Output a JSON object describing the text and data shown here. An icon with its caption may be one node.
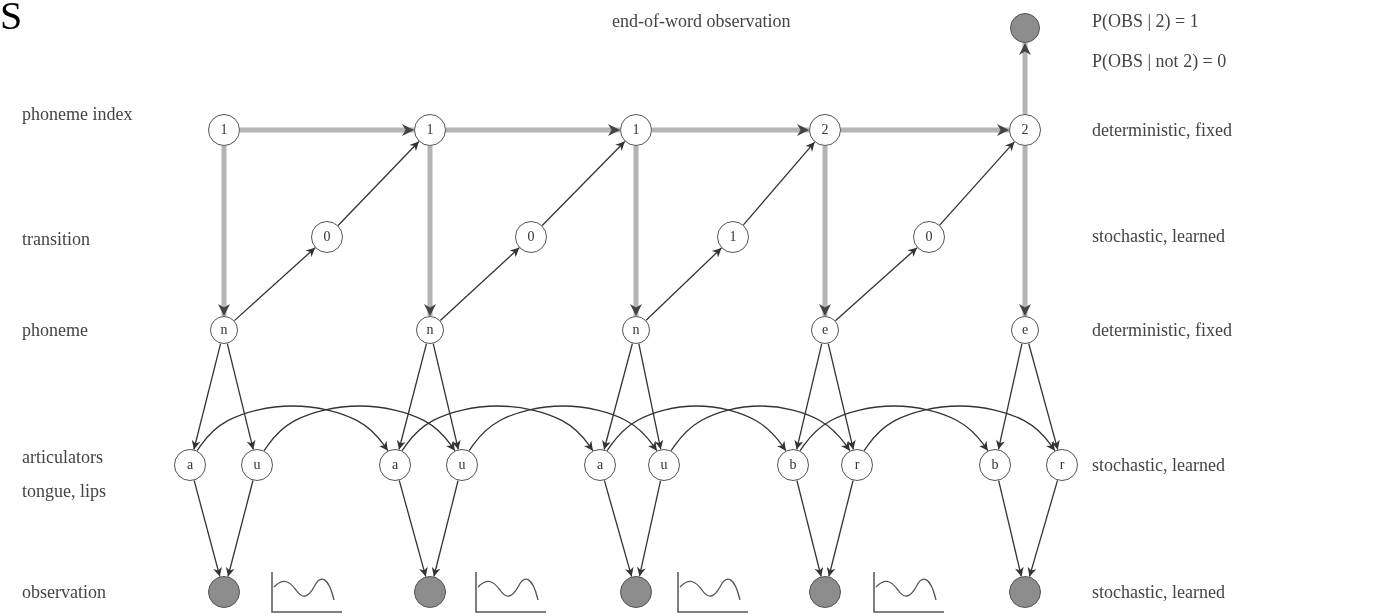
{
  "diagram": {
    "nodes": [
      {
        "text": [],
        "shape": "circle"
      },
      {
        "text": [
          "1"
        ]
      },
      {
        "text": [
          "1"
        ]
      },
      {
        "text": [
          "1"
        ]
      },
      {
        "text": [
          "2"
        ]
      },
      {
        "text": [
          "2"
        ]
      },
      {
        "text": [
          "0"
        ]
      },
      {
        "text": [
          "0"
        ]
      },
      {
        "text": [
          "1"
        ]
      },
      {
        "text": [
          "0"
        ]
      },
      {
        "text": [
          "n"
        ]
      },
      {
        "text": [
          "n"
        ]
      },
      {
        "text": [
          "n"
        ]
      },
      {
        "text": [
          "e"
        ]
      },
      {
        "text": [
          "e"
        ]
      },
      {
        "text": [
          "a"
        ]
      },
      {
        "text": [
          "u"
        ]
      },
      {
        "text": [
          "a"
        ]
      },
      {
        "text": [
          "u"
        ]
      },
      {
        "text": [
          "a"
        ]
      },
      {
        "text": [
          "u"
        ]
      },
      {
        "text": [
          "b"
        ]
      },
      {
        "text": [
          "r"
        ]
      },
      {
        "text": [
          "b"
        ]
      },
      {
        "text": [
          "r"
        ]
      },
      {
        "text": [],
        "shape": "circle"
      },
      {
        "text": [],
        "shape": "circle"
      },
      {
        "text": [],
        "shape": "circle"
      },
      {
        "text": [],
        "shape": "circle"
      },
      {
        "text": [],
        "shape": "circle"
      }
    ],
    "edges": [
      {
        "from": 1,
        "to": 2,
        "arrow": "to",
        "style": "thick",
        "color": "#b4b4b4"
      },
      {
        "from": 2,
        "to": 3,
        "arrow": "to",
        "style": "thick",
        "color": "#b4b4b4"
      },
      {
        "from": 3,
        "to": 4,
        "arrow": "to",
        "style": "thick",
        "color": "#b4b4b4"
      },
      {
        "from": 4,
        "to": 5,
        "arrow": "to",
        "style": "thick",
        "color": "#b4b4b4"
      },
      {
        "from": 5,
        "to": 0,
        "arrow": "to",
        "style": "thick",
        "color": "#b4b4b4"
      },
      {
        "from": 1,
        "to": 10,
        "arrow": "to",
        "style": "thick",
        "color": "#b4b4b4"
      },
      {
        "from": 2,
        "to": 11,
        "arrow": "to",
        "style": "thick",
        "color": "#b4b4b4"
      },
      {
        "from": 3,
        "to": 12,
        "arrow": "to",
        "style": "thick",
        "color": "#b4b4b4"
      },
      {
        "from": 4,
        "to": 13,
        "arrow": "to",
        "style": "thick",
        "color": "#b4b4b4"
      },
      {
        "from": 5,
        "to": 14,
        "arrow": "to",
        "style": "thick",
        "color": "#b4b4b4"
      },
      {
        "from": 10,
        "to": 6,
        "arrow": "to"
      },
      {
        "from": 6,
        "to": 2,
        "arrow": "to"
      },
      {
        "from": 11,
        "to": 7,
        "arrow": "to"
      },
      {
        "from": 7,
        "to": 3,
        "arrow": "to"
      },
      {
        "from": 12,
        "to": 8,
        "arrow": "to"
      },
      {
        "from": 8,
        "to": 4,
        "arrow": "to"
      },
      {
        "from": 13,
        "to": 9,
        "arrow": "to"
      },
      {
        "from": 9,
        "to": 5,
        "arrow": "to"
      },
      {
        "from": 10,
        "to": 15,
        "arrow": "to"
      },
      {
        "from": 10,
        "to": 16,
        "arrow": "to"
      },
      {
        "from": 11,
        "to": 17,
        "arrow": "to"
      },
      {
        "from": 11,
        "to": 18,
        "arrow": "to"
      },
      {
        "from": 12,
        "to": 19,
        "arrow": "to"
      },
      {
        "from": 12,
        "to": 20,
        "arrow": "to"
      },
      {
        "from": 13,
        "to": 21,
        "arrow": "to"
      },
      {
        "from": 13,
        "to": 22,
        "arrow": "to"
      },
      {
        "from": 14,
        "to": 23,
        "arrow": "to"
      },
      {
        "from": 14,
        "to": 24,
        "arrow": "to"
      },
      {
        "from": 15,
        "to": 17,
        "arrow": "to"
      },
      {
        "from": 16,
        "to": 18,
        "arrow": "to"
      },
      {
        "from": 17,
        "to": 19,
        "arrow": "to"
      },
      {
        "from": 18,
        "to": 20,
        "arrow": "to"
      },
      {
        "from": 19,
        "to": 21,
        "arrow": "to"
      },
      {
        "from": 20,
        "to": 22,
        "arrow": "to"
      },
      {
        "from": 21,
        "to": 23,
        "arrow": "to"
      },
      {
        "from": 22,
        "to": 24,
        "arrow": "to"
      },
      {
        "from": 15,
        "to": 25,
        "arrow": "to"
      },
      {
        "from": 16,
        "to": 25,
        "arrow": "to"
      },
      {
        "from": 17,
        "to": 26,
        "arrow": "to"
      },
      {
        "from": 18,
        "to": 26,
        "arrow": "to"
      },
      {
        "from": 19,
        "to": 27,
        "arrow": "to"
      },
      {
        "from": 20,
        "to": 27,
        "arrow": "to"
      },
      {
        "from": 21,
        "to": 28,
        "arrow": "to"
      },
      {
        "from": 22,
        "to": 28,
        "arrow": "to"
      },
      {
        "from": 23,
        "to": 29,
        "arrow": "to"
      },
      {
        "from": 24,
        "to": 29,
        "arrow": "to"
      }
    ],
    "labels": [
      "S",
      "end-of-word observation",
      "P(OBS | 2) = 1",
      "P(OBS | not 2) = 0",
      "phoneme index",
      "deterministic, fixed",
      "transition",
      "stochastic, learned",
      "phoneme",
      "deterministic, fixed",
      "articulators tongue, lips",
      "stochastic, learned",
      "observation",
      "stochastic, learned"
    ]
  }
}
